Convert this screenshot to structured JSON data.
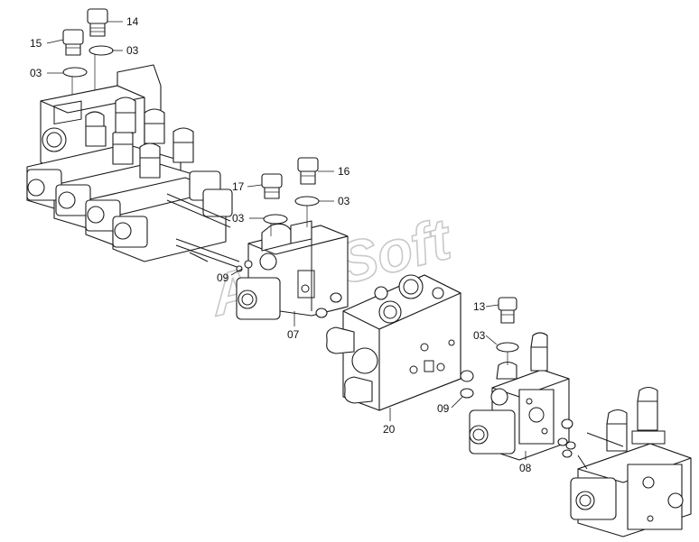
{
  "watermark": "AutoSoft",
  "callouts": {
    "c14": "14",
    "c15": "15",
    "c03a": "03",
    "c03b": "03",
    "c16": "16",
    "c17": "17",
    "c03c": "03",
    "c03d": "03",
    "c09a": "09",
    "c07": "07",
    "c13": "13",
    "c03e": "03",
    "c20": "20",
    "c09b": "09",
    "c08": "08"
  }
}
